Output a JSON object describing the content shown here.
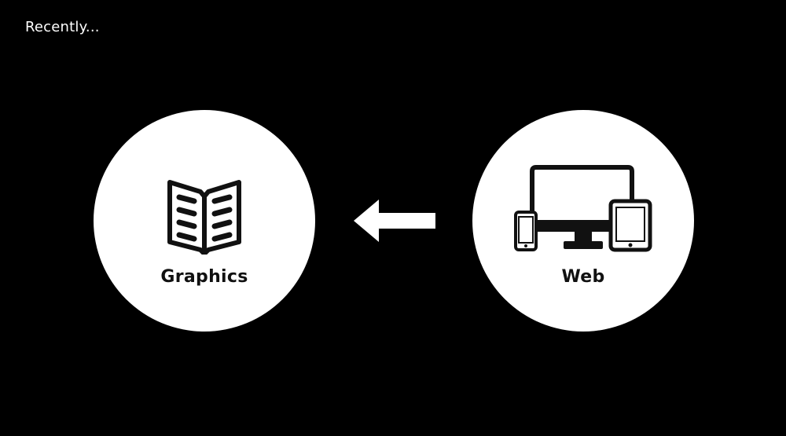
{
  "heading": "Recently...",
  "nodes": {
    "graphics": {
      "label": "Graphics",
      "icon": "open-book-icon"
    },
    "web": {
      "label": "Web",
      "icon": "devices-icon"
    }
  },
  "connector": {
    "icon": "arrow-left-icon",
    "from": "Web",
    "to": "Graphics"
  },
  "colors": {
    "background": "#000000",
    "circle": "#ffffff",
    "ink": "#111111",
    "heading": "#ffffff"
  }
}
